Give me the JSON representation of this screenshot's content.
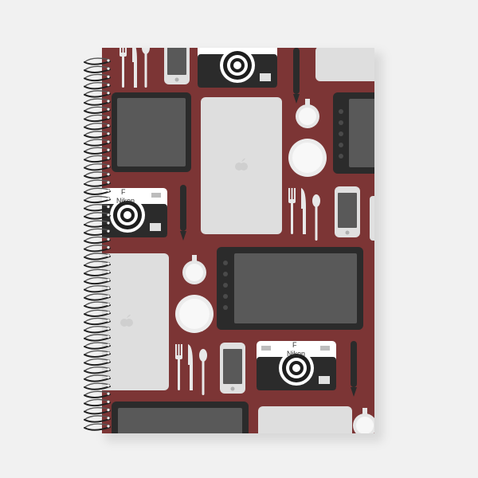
{
  "product": {
    "type": "spiral-notebook",
    "pattern": "flat-lay-tech-gadgets"
  },
  "camera": {
    "brand": "Nikon",
    "model": "F"
  },
  "colors": {
    "background": "#f1f1f1",
    "cover": "#7c3535",
    "device_dark": "#2b2b2b",
    "screen": "#595959",
    "laptop": "#dedede",
    "utensil": "#e8e8e8",
    "coil": "#222222"
  },
  "icons": [
    "camera-icon",
    "laptop-icon",
    "tablet-icon",
    "phone-icon",
    "stylus-icon",
    "cup-icon",
    "plate-icon",
    "fork-icon",
    "knife-icon",
    "spoon-icon",
    "apple-logo-icon"
  ]
}
